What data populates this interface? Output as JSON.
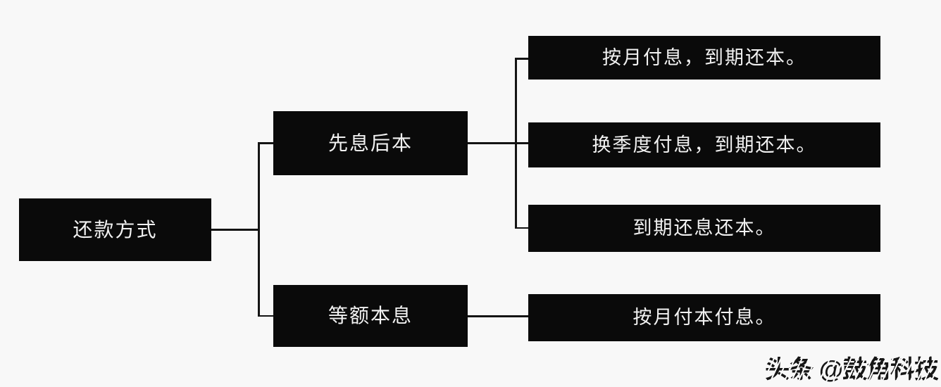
{
  "page": {
    "background_color": "#f8f8f8",
    "node_fill_color": "#0a0a0a",
    "node_text_color": "#f2f2f2",
    "connector_color": "#141414"
  },
  "diagram": {
    "root": {
      "label": "还款方式"
    },
    "branches": [
      {
        "label": "先息后本",
        "children": [
          {
            "label": "按月付息，到期还本。"
          },
          {
            "label": "换季度付息，到期还本。"
          },
          {
            "label": "到期还息还本。"
          }
        ]
      },
      {
        "label": "等额本息",
        "children": [
          {
            "label": "按月付本付息。"
          }
        ]
      }
    ]
  },
  "watermark": {
    "text": "头条 @鼓角科技"
  }
}
